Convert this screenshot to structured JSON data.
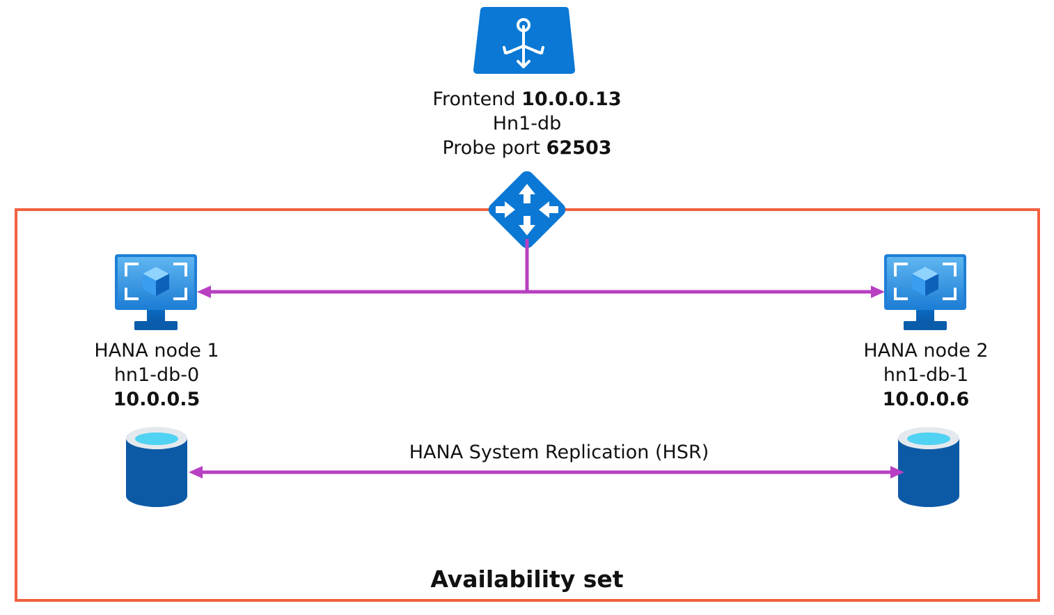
{
  "colors": {
    "availability_border": "#f0613f",
    "connector": "#b83fc2",
    "azure_blue": "#0a78d4",
    "azure_dark": "#0c5aa6",
    "vm_light": "#50b4f2",
    "db_top": "#50d2f2"
  },
  "load_balancer": {
    "icon": "load-balancer-icon",
    "frontend_prefix": "Frontend",
    "frontend_ip": "10.0.0.13",
    "name": "Hn1-db",
    "probe_prefix": "Probe port",
    "probe_port": "62503"
  },
  "router": {
    "icon": "router-icon"
  },
  "node1": {
    "icon": "virtual-machine-icon",
    "title": "HANA node 1",
    "hostname": "hn1-db-0",
    "ip": "10.0.0.5",
    "db_icon": "database-icon"
  },
  "node2": {
    "icon": "virtual-machine-icon",
    "title": "HANA node 2",
    "hostname": "hn1-db-1",
    "ip": "10.0.0.6",
    "db_icon": "database-icon"
  },
  "replication": {
    "label": "HANA System Replication (HSR)"
  },
  "availability_set": {
    "label": "Availability set"
  }
}
